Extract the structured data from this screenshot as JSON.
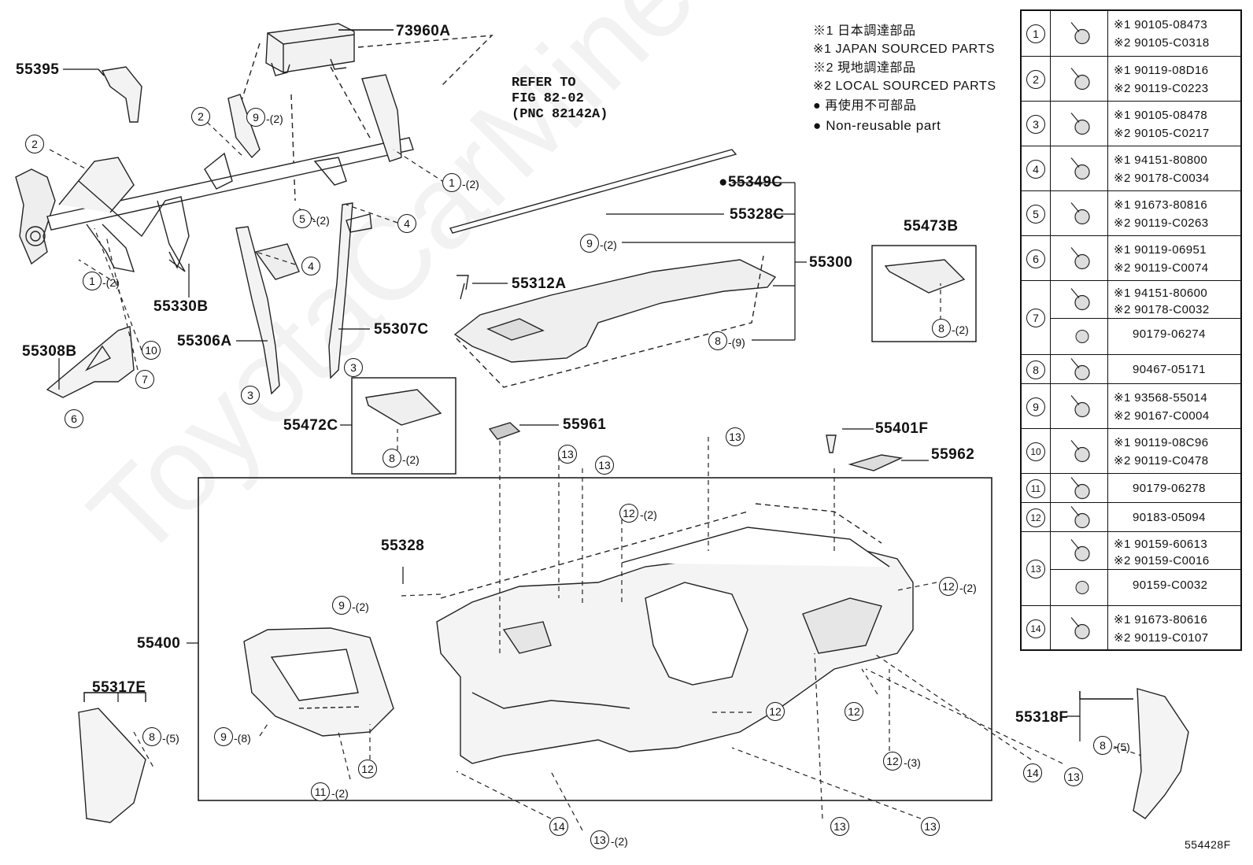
{
  "notes": {
    "line1": "※1 日本調達部品",
    "line2": "※1 JAPAN SOURCED PARTS",
    "line3": "※2 現地調達部品",
    "line4": "※2 LOCAL SOURCED PARTS",
    "line5": "● 再使用不可部品",
    "line6": "● Non-reusable part"
  },
  "refer": "REFER TO\nFIG 82-02\n(PNC 82142A)",
  "watermark": "ToyotaCarMiner",
  "figure_id": "554428F",
  "labels": {
    "p73960A": "73960A",
    "p55395": "55395",
    "p55349C": "●55349C",
    "p55328C": "55328C",
    "p55300": "55300",
    "p55473B": "55473B",
    "p55312A": "55312A",
    "p55330B": "55330B",
    "p55306A": "55306A",
    "p55307C": "55307C",
    "p55308B": "55308B",
    "p55472C": "55472C",
    "p55961": "55961",
    "p55401F": "55401F",
    "p55962": "55962",
    "p55328": "55328",
    "p55400": "55400",
    "p55317E": "55317E",
    "p55318F": "55318F"
  },
  "callouts": [
    {
      "n": "①",
      "q": "-(2)"
    },
    {
      "n": "②",
      "q": ""
    },
    {
      "n": "②",
      "q": ""
    },
    {
      "n": "⑨",
      "q": "-(2)"
    },
    {
      "n": "⑤",
      "q": "-(2)"
    },
    {
      "n": "④",
      "q": ""
    },
    {
      "n": "④",
      "q": ""
    },
    {
      "n": "①",
      "q": "-(2)"
    },
    {
      "n": "⑩",
      "q": ""
    },
    {
      "n": "⑦",
      "q": ""
    },
    {
      "n": "⑥",
      "q": ""
    },
    {
      "n": "③",
      "q": ""
    },
    {
      "n": "③",
      "q": ""
    },
    {
      "n": "⑨",
      "q": "-(2)"
    },
    {
      "n": "⑧",
      "q": "-(9)"
    },
    {
      "n": "⑧",
      "q": "-(2)"
    },
    {
      "n": "⑧",
      "q": "-(2)"
    }
  ],
  "legend": {
    "rows": [
      {
        "num": "1",
        "pn1": "※1 90105-08473",
        "pn2": "※2 90105-C0318"
      },
      {
        "num": "2",
        "pn1": "※1 90119-08D16",
        "pn2": "※2 90119-C0223"
      },
      {
        "num": "3",
        "pn1": "※1 90105-08478",
        "pn2": "※2 90105-C0217"
      },
      {
        "num": "4",
        "pn1": "※1 94151-80800",
        "pn2": "※2 90178-C0034"
      },
      {
        "num": "5",
        "pn1": "※1 91673-80816",
        "pn2": "※2 90119-C0263"
      },
      {
        "num": "6",
        "pn1": "※1 90119-06951",
        "pn2": "※2 90119-C0074"
      },
      {
        "num": "7",
        "pn1": "※1 94151-80600",
        "pn2": "※2 90178-C0032",
        "pn3": "90179-06274"
      },
      {
        "num": "8",
        "pn1": "90467-05171"
      },
      {
        "num": "9",
        "pn1": "※1 93568-55014",
        "pn2": "※2 90167-C0004"
      },
      {
        "num": "10",
        "pn1": "※1 90119-08C96",
        "pn2": "※2 90119-C0478"
      },
      {
        "num": "11",
        "pn1": "90179-06278"
      },
      {
        "num": "12",
        "pn1": "90183-05094"
      },
      {
        "num": "13",
        "pn1": "※1 90159-60613",
        "pn2": "※2 90159-C0016",
        "pn3": "90159-C0032"
      },
      {
        "num": "14",
        "pn1": "※1 91673-80616",
        "pn2": "※2 90119-C0107"
      }
    ]
  }
}
